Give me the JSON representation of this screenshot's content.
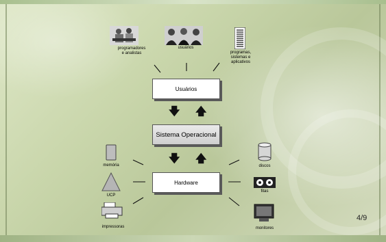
{
  "diagram": {
    "top_labels": {
      "developers": "programadores\ne analistas",
      "users": "usuários",
      "programs": "programas,\nsistemas e\naplicativos"
    },
    "boxes": {
      "users": "Usuários",
      "os": "Sistema Operacional",
      "hardware": "Hardware"
    },
    "hardware_labels": {
      "memory": "memória",
      "cpu": "UCP",
      "printers": "impressoras",
      "disks": "discos",
      "tapes": "fitas",
      "monitors": "monitores"
    }
  },
  "footer": {
    "page_number": "4/9"
  },
  "icons": [
    "developers-photo-icon",
    "users-photo-icon",
    "program-listing-icon",
    "memory-icon",
    "cpu-triangle-icon",
    "printer-icon",
    "disk-cylinder-icon",
    "tape-icon",
    "monitor-icon",
    "arrow-down-icon",
    "arrow-up-icon"
  ]
}
